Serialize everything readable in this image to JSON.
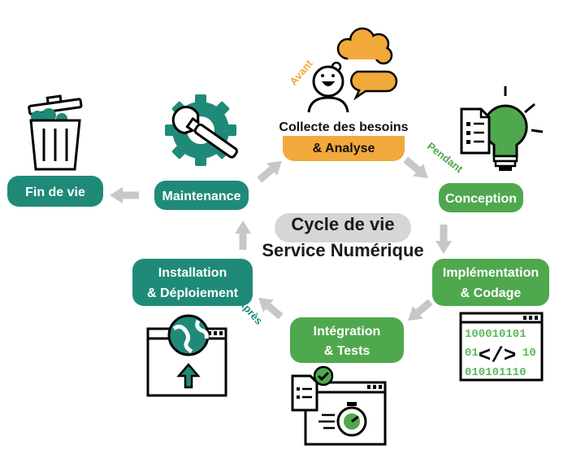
{
  "colors": {
    "teal": "#1f8a78",
    "green": "#4fa84e",
    "orange": "#f2a93b",
    "arrow": "#c7c7c7",
    "center_bg": "#d6d6d6",
    "binary": "#5cb85c"
  },
  "center": {
    "line1": "Cycle de vie",
    "line2": "Service Numérique"
  },
  "phases": {
    "before": "Avant",
    "during": "Pendant",
    "after": "Après"
  },
  "steps": {
    "collect": {
      "line1": "Collecte des besoins",
      "line2": "& Analyse"
    },
    "conception": {
      "label": "Conception"
    },
    "implementation": {
      "line1": "Implémentation",
      "line2": "& Codage"
    },
    "integration": {
      "line1": "Intégration",
      "line2": "& Tests"
    },
    "installation": {
      "line1": "Installation",
      "line2": "& Déploiement"
    },
    "maintenance": {
      "label": "Maintenance"
    },
    "end_of_life": {
      "label": "Fin de vie"
    }
  },
  "code_window": {
    "rows": [
      "100010101",
      "01",
      "10",
      "010101110"
    ],
    "tag": "</>"
  },
  "icons": [
    "trash-bin-icon",
    "gear-wrench-icon",
    "person-thought-icon",
    "document-bulb-icon",
    "code-window-icon",
    "test-stopwatch-icon",
    "globe-upload-icon"
  ]
}
